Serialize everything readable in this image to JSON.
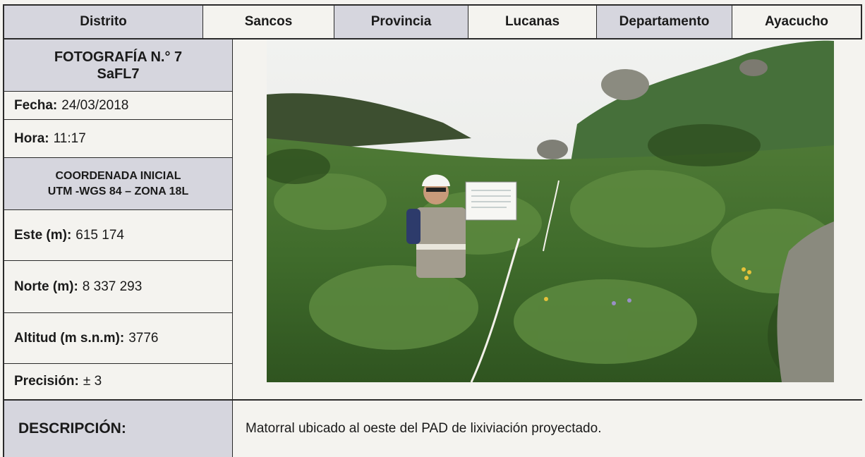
{
  "header_row": {
    "distrito_label": "Distrito",
    "distrito_value": "Sancos",
    "provincia_label": "Provincia",
    "provincia_value": "Lucanas",
    "departamento_label": "Departamento",
    "departamento_value": "Ayacucho"
  },
  "photo_block": {
    "title_line1": "FOTOGRAFÍA N.° 7",
    "title_line2": "SaFL7"
  },
  "fecha": {
    "label": "Fecha:",
    "value": "24/03/2018"
  },
  "hora": {
    "label": "Hora:",
    "value": "11:17"
  },
  "coordenada": {
    "line1": "COORDENADA INICIAL",
    "line2": "UTM -WGS 84 – ZONA 18L"
  },
  "este": {
    "label": "Este (m):",
    "value": "615 174"
  },
  "norte": {
    "label": "Norte (m):",
    "value": "8 337 293"
  },
  "altitud": {
    "label": "Altitud (m s.n.m):",
    "value": "3776"
  },
  "precision": {
    "label": "Precisión:",
    "value": "± 3"
  },
  "descripcion": {
    "label": "DESCRIPCIÓN:",
    "text": "Matorral ubicado al oeste del PAD de lixiviación proyectado."
  },
  "colors": {
    "shade": "#d6d6de",
    "border": "#2a2a2a",
    "paper": "#f4f3ef"
  }
}
